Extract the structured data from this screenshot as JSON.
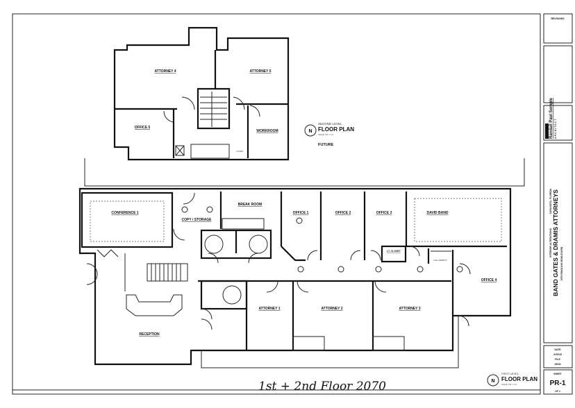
{
  "second_floor": {
    "rooms": [
      {
        "name": "ATTORNEY 4"
      },
      {
        "name": "ATTORNEY 5"
      },
      {
        "name": "OFFICE 5"
      },
      {
        "name": "WORKROOM"
      }
    ],
    "closet_label": "CLOSET",
    "plan_title": {
      "level": "SECOND LEVEL",
      "title": "FLOOR PLAN",
      "scale": "SCALE: 1/8\" = 1'-0\""
    },
    "note": "FUTURE"
  },
  "first_floor": {
    "rooms": [
      {
        "name": "CONFERENCE 1"
      },
      {
        "name": "COPY / STORAGE"
      },
      {
        "name": "BREAK ROOM"
      },
      {
        "name": "OFFICE 1"
      },
      {
        "name": "OFFICE 2"
      },
      {
        "name": "OFFICE 3"
      },
      {
        "name": "DAVID BAND"
      },
      {
        "name": "LT. CLOSET"
      },
      {
        "name": "FILE CABINETS"
      },
      {
        "name": "OFFICE 4"
      },
      {
        "name": "ATTORNEY 1"
      },
      {
        "name": "ATTORNEY 2"
      },
      {
        "name": "ATTORNEY 3"
      },
      {
        "name": "RECEPTION"
      }
    ],
    "plan_title": {
      "level": "FIRST LEVEL",
      "title": "FLOOR PLAN",
      "scale": "SCALE: 1/8\" = 1'-0\""
    }
  },
  "handwritten_note": "1st + 2nd Floor 2070",
  "title_block": {
    "revisions": "REVISIONS",
    "architect_name": "Randall Paul Semple",
    "architect_title": "ARCHITECT",
    "project_type": "INTERIOR ALTERATIONS",
    "project_name": "BAND GATES & DRAMIS ATTORNEYS",
    "address": "2070 RINGLING BOULEVARD",
    "city": "SARASOTA, FLORIDA",
    "date_label": "DATE",
    "date": "2/25/15",
    "file_label": "FILE",
    "file": "15041",
    "sheet_label": "SHEET",
    "sheet": "PR-1",
    "sheet_of": "OF 1"
  }
}
